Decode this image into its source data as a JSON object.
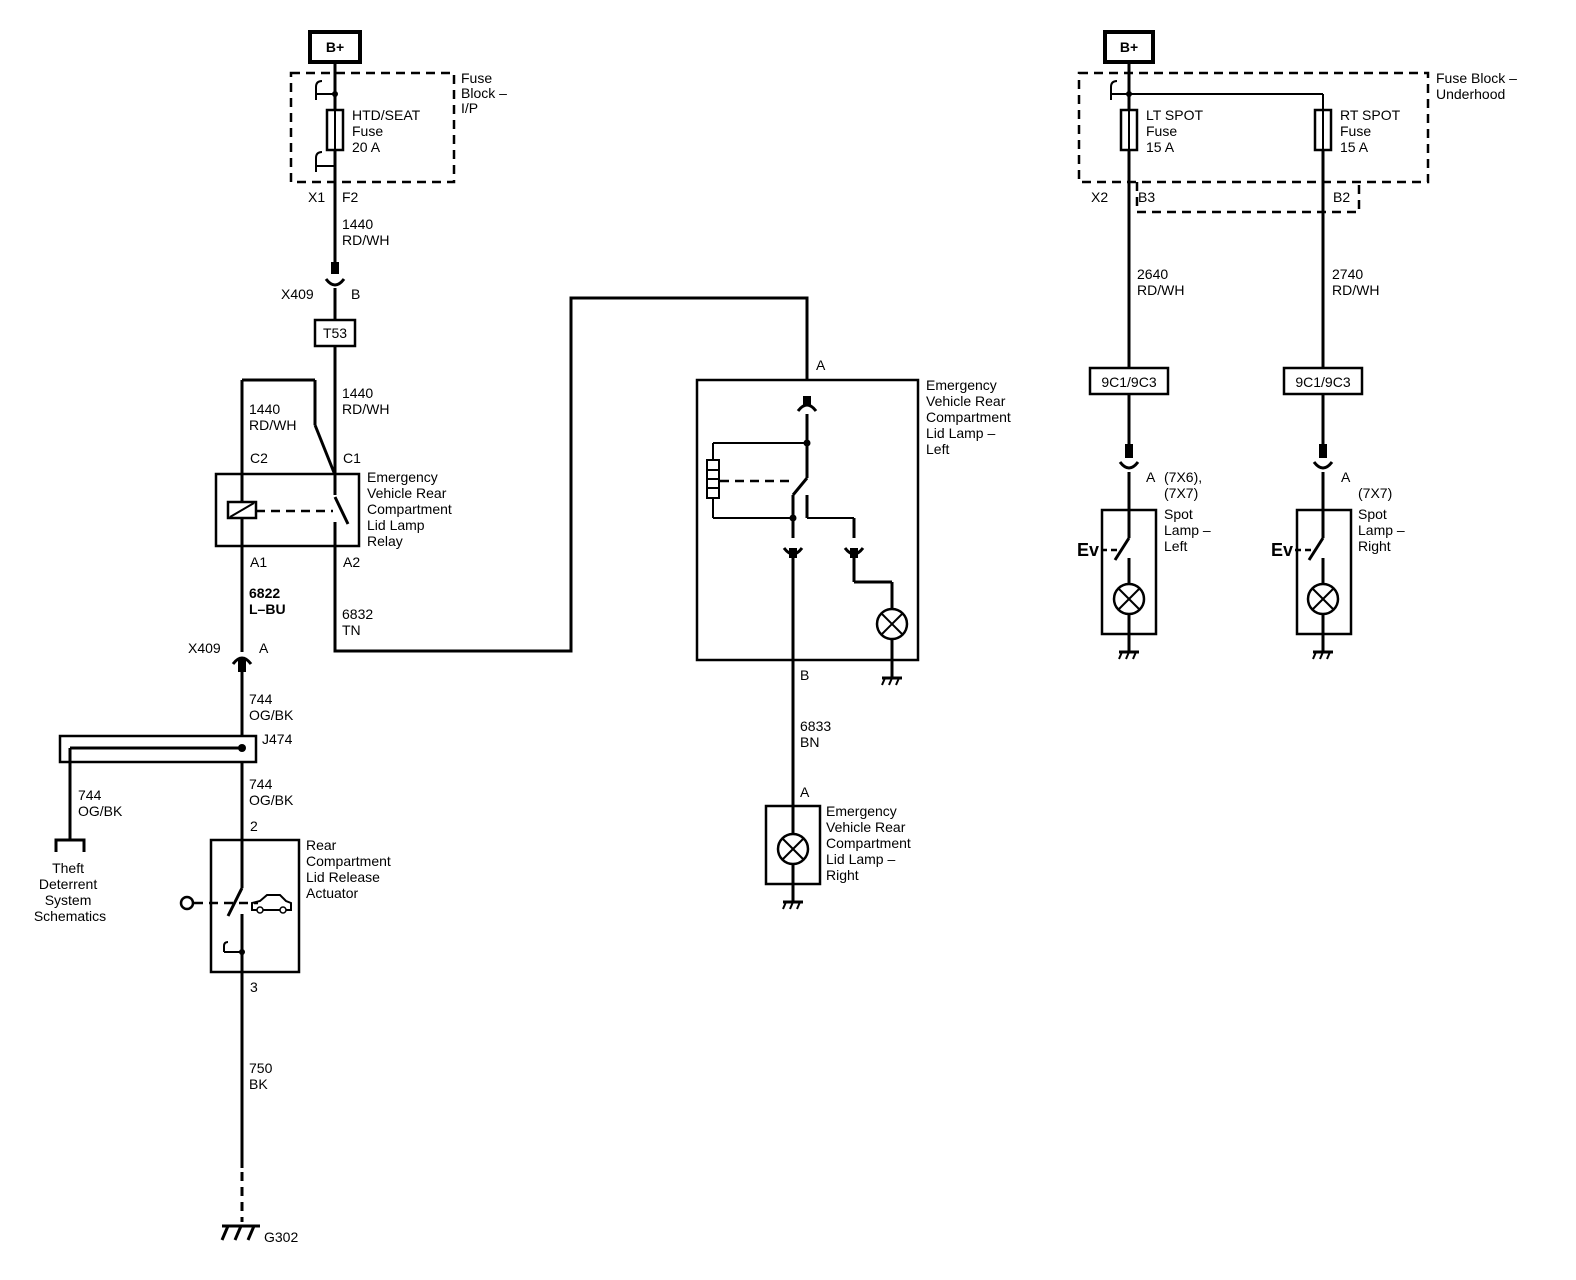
{
  "labels": {
    "bplus_left": "B+",
    "bplus_right": "B+",
    "fuse_block_ip": [
      "Fuse",
      "Block –",
      "I/P"
    ],
    "htd_seat_fuse": [
      "HTD/SEAT",
      "Fuse",
      "20 A"
    ],
    "x1": "X1",
    "f2": "F2",
    "w1440_a": [
      "1440",
      "RD/WH"
    ],
    "x409_b": "X409",
    "pin_b_x409": "B",
    "t53": "T53",
    "w1440_b": [
      "1440",
      "RD/WH"
    ],
    "w1440_c": [
      "1440",
      "RD/WH"
    ],
    "c2": "C2",
    "c1": "C1",
    "relay_name": [
      "Emergency",
      "Vehicle Rear",
      "Compartment",
      "Lid Lamp",
      "Relay"
    ],
    "a1": "A1",
    "a2": "A2",
    "w6822": [
      "6822",
      "L–BU"
    ],
    "w6832": [
      "6832",
      "TN"
    ],
    "x409_a": "X409",
    "pin_a_x409": "A",
    "w744_a": [
      "744",
      "OG/BK"
    ],
    "j474": "J474",
    "w744_b": [
      "744",
      "OG/BK"
    ],
    "w744_c": [
      "744",
      "OG/BK"
    ],
    "theft": [
      "Theft",
      "Deterrent",
      "System",
      "Schematics"
    ],
    "pin_2": "2",
    "actuator_name": [
      "Rear",
      "Compartment",
      "Lid Release",
      "Actuator"
    ],
    "pin_3": "3",
    "w750": [
      "750",
      "BK"
    ],
    "g302": "G302",
    "pin_a_lamp_left": "A",
    "lamp_left_name": [
      "Emergency",
      "Vehicle Rear",
      "Compartment",
      "Lid Lamp –",
      "Left"
    ],
    "pin_b_lamp_left": "B",
    "w6833": [
      "6833",
      "BN"
    ],
    "pin_a_lamp_right": "A",
    "lamp_right_name": [
      "Emergency",
      "Vehicle Rear",
      "Compartment",
      "Lid Lamp –",
      "Right"
    ],
    "fuse_block_uh": [
      "Fuse Block –",
      "Underhood"
    ],
    "lt_spot_fuse": [
      "LT SPOT",
      "Fuse",
      "15 A"
    ],
    "rt_spot_fuse": [
      "RT SPOT",
      "Fuse",
      "15 A"
    ],
    "x2": "X2",
    "b3": "B3",
    "b2": "B2",
    "w2640": [
      "2640",
      "RD/WH"
    ],
    "w2740": [
      "2740",
      "RD/WH"
    ],
    "opt_left": "9C1/9C3",
    "opt_right": "9C1/9C3",
    "pin_a_spot_left": "A",
    "spot_left_opts": [
      "(7X6),",
      "(7X7)"
    ],
    "spot_left_name": [
      "Spot",
      "Lamp –",
      "Left"
    ],
    "ev_left": "Ev",
    "pin_a_spot_right": "A",
    "spot_right_opts": [
      "(7X7)"
    ],
    "spot_right_name": [
      "Spot",
      "Lamp –",
      "Right"
    ],
    "ev_right": "Ev"
  }
}
